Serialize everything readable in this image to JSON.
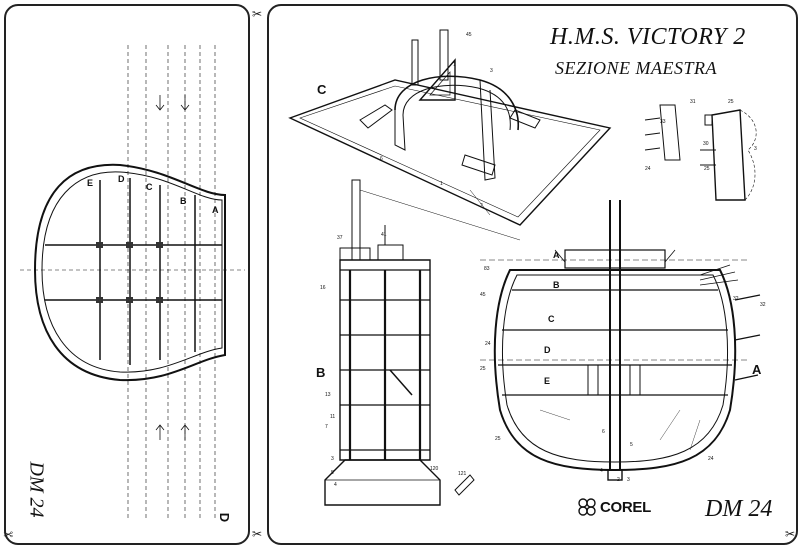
{
  "title": {
    "main": "H.M.S. VICTORY   2",
    "subtitle": "SEZIONE MAESTRA"
  },
  "sheet_code_right": "DM 24",
  "sheet_code_left": "DM 24",
  "brand": "COREL",
  "left_panel": {
    "deck_labels": [
      "E",
      "D",
      "C",
      "B",
      "A"
    ],
    "corner_label": "D"
  },
  "section_labels": {
    "c": "C",
    "b": "B",
    "a_right": "A",
    "a_top": "A"
  },
  "cross_section_deck_labels": [
    "A",
    "B",
    "C",
    "D",
    "E"
  ],
  "icons": {
    "cut_mark": "scissors-icon"
  }
}
